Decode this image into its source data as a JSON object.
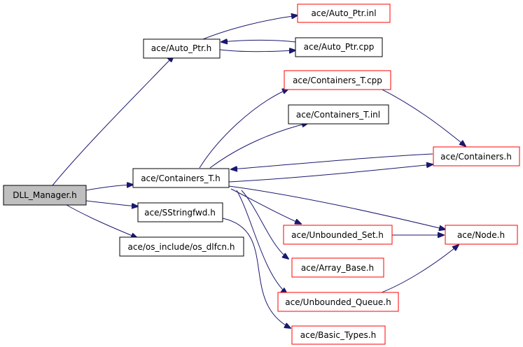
{
  "diagram": {
    "nodes": [
      {
        "id": "dll_manager",
        "label": "DLL_Manager.h",
        "kind": "root"
      },
      {
        "id": "auto_ptr_h",
        "label": "ace/Auto_Ptr.h",
        "kind": "normal"
      },
      {
        "id": "auto_ptr_inl",
        "label": "ace/Auto_Ptr.inl",
        "kind": "truncated"
      },
      {
        "id": "auto_ptr_cpp",
        "label": "ace/Auto_Ptr.cpp",
        "kind": "normal"
      },
      {
        "id": "containers_t_cpp",
        "label": "ace/Containers_T.cpp",
        "kind": "truncated"
      },
      {
        "id": "containers_t_inl",
        "label": "ace/Containers_T.inl",
        "kind": "normal"
      },
      {
        "id": "containers_h",
        "label": "ace/Containers.h",
        "kind": "truncated"
      },
      {
        "id": "containers_t_h",
        "label": "ace/Containers_T.h",
        "kind": "normal"
      },
      {
        "id": "sstringfwd",
        "label": "ace/SStringfwd.h",
        "kind": "normal"
      },
      {
        "id": "os_dlfcn",
        "label": "ace/os_include/os_dlfcn.h",
        "kind": "normal"
      },
      {
        "id": "unbounded_set",
        "label": "ace/Unbounded_Set.h",
        "kind": "truncated"
      },
      {
        "id": "node_h",
        "label": "ace/Node.h",
        "kind": "truncated"
      },
      {
        "id": "array_base",
        "label": "ace/Array_Base.h",
        "kind": "truncated"
      },
      {
        "id": "unbounded_queue",
        "label": "ace/Unbounded_Queue.h",
        "kind": "truncated"
      },
      {
        "id": "basic_types",
        "label": "ace/Basic_Types.h",
        "kind": "truncated"
      }
    ],
    "edges": [
      {
        "from": "dll_manager",
        "to": "auto_ptr_h"
      },
      {
        "from": "dll_manager",
        "to": "containers_t_h"
      },
      {
        "from": "dll_manager",
        "to": "sstringfwd"
      },
      {
        "from": "dll_manager",
        "to": "os_dlfcn"
      },
      {
        "from": "auto_ptr_h",
        "to": "auto_ptr_inl"
      },
      {
        "from": "auto_ptr_h",
        "to": "auto_ptr_cpp"
      },
      {
        "from": "auto_ptr_cpp",
        "to": "auto_ptr_h"
      },
      {
        "from": "containers_t_h",
        "to": "containers_t_cpp"
      },
      {
        "from": "containers_t_h",
        "to": "containers_t_inl"
      },
      {
        "from": "containers_t_h",
        "to": "containers_h"
      },
      {
        "from": "containers_h",
        "to": "containers_t_h"
      },
      {
        "from": "containers_t_cpp",
        "to": "containers_h"
      },
      {
        "from": "containers_t_h",
        "to": "node_h"
      },
      {
        "from": "containers_t_h",
        "to": "unbounded_set"
      },
      {
        "from": "containers_t_h",
        "to": "array_base"
      },
      {
        "from": "containers_t_h",
        "to": "unbounded_queue"
      },
      {
        "from": "unbounded_set",
        "to": "node_h"
      },
      {
        "from": "unbounded_queue",
        "to": "node_h"
      },
      {
        "from": "sstringfwd",
        "to": "basic_types"
      }
    ],
    "colors": {
      "edge": "#191970",
      "root_fill": "#bfbfbf",
      "root_border": "#000000",
      "normal_border": "#000000",
      "truncated_border": "#ff0000",
      "node_fill": "#ffffff"
    }
  }
}
